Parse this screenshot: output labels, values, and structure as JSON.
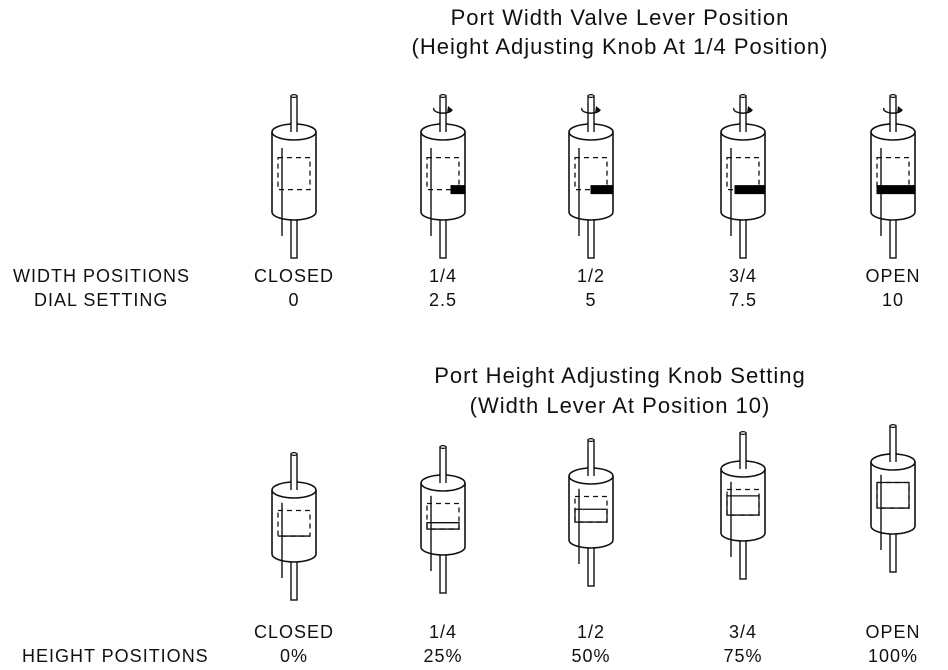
{
  "width_section": {
    "title_line1": "Port Width Valve Lever Position",
    "title_line2": "(Height Adjusting Knob At 1/4 Position)",
    "row_label_positions": "WIDTH POSITIONS",
    "row_label_dial": "DIAL SETTING",
    "columns": [
      {
        "position": "CLOSED",
        "dial": "0",
        "opening_fraction": 0
      },
      {
        "position": "1/4",
        "dial": "2.5",
        "opening_fraction": 0.25
      },
      {
        "position": "1/2",
        "dial": "5",
        "opening_fraction": 0.5
      },
      {
        "position": "3/4",
        "dial": "7.5",
        "opening_fraction": 0.75
      },
      {
        "position": "OPEN",
        "dial": "10",
        "opening_fraction": 1
      }
    ]
  },
  "height_section": {
    "title_line1": "Port Height Adjusting Knob Setting",
    "title_line2": "(Width Lever At Position 10)",
    "row_label_positions": "HEIGHT POSITIONS",
    "columns": [
      {
        "position": "CLOSED",
        "percent": "0%",
        "opening_fraction": 0
      },
      {
        "position": "1/4",
        "percent": "25%",
        "opening_fraction": 0.25
      },
      {
        "position": "1/2",
        "percent": "50%",
        "opening_fraction": 0.5
      },
      {
        "position": "3/4",
        "percent": "75%",
        "opening_fraction": 0.75
      },
      {
        "position": "OPEN",
        "percent": "100%",
        "opening_fraction": 1
      }
    ]
  }
}
